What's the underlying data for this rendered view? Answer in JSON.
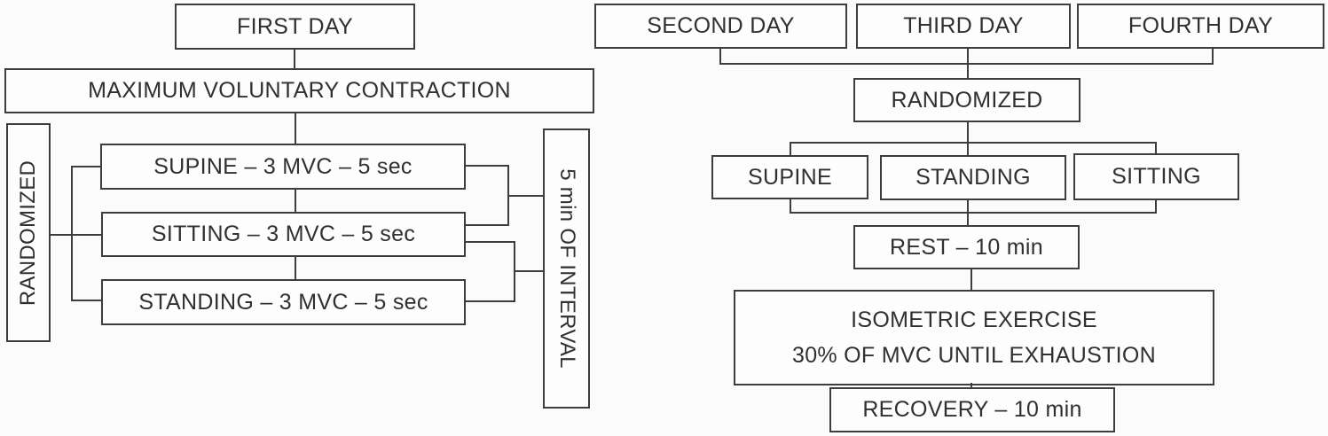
{
  "left": {
    "first_day": "FIRST DAY",
    "mvc": "MAXIMUM VOLUNTARY CONTRACTION",
    "randomized": "RANDOMIZED",
    "supine": "SUPINE – 3 MVC – 5 sec",
    "sitting": "SITTING – 3 MVC – 5 sec",
    "standing": "STANDING – 3 MVC – 5 sec",
    "interval": "5 min OF INTERVAL"
  },
  "right": {
    "second_day": "SECOND DAY",
    "third_day": "THIRD DAY",
    "fourth_day": "FOURTH DAY",
    "randomized": "RANDOMIZED",
    "supine": "SUPINE",
    "standing": "STANDING",
    "sitting": "SITTING",
    "rest": "REST – 10 min",
    "isometric": {
      "line1": "ISOMETRIC EXERCISE",
      "line2": "30% OF MVC UNTIL EXHAUSTION"
    },
    "recovery": "RECOVERY – 10 min"
  },
  "colors": {
    "line": "#3d3d3d",
    "text": "#303030",
    "box_fill": "#fdfdfd",
    "canvas": "#fbfbfb"
  }
}
